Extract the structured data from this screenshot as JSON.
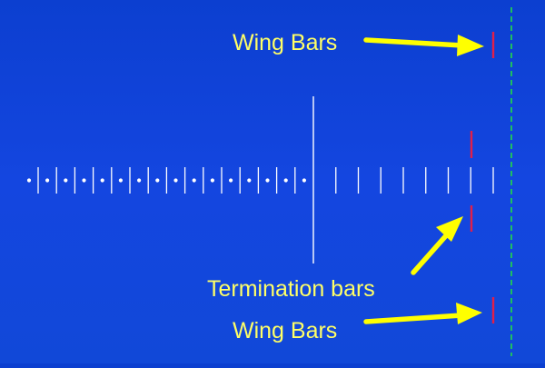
{
  "labels": {
    "wing_top": "Wing Bars",
    "termination": "Termination bars",
    "wing_bottom": "Wing Bars"
  },
  "colors": {
    "background_top": "#0c3fd0",
    "background_bottom": "#1148d8",
    "label_text": "#ffff66",
    "arrow": "#ffff00",
    "marker_bar": "#e0204a",
    "guide_line": "#22dd44",
    "tick": "#ffffff"
  },
  "icons": {
    "arrow": "arrow-right-icon",
    "dot": "dot-icon"
  },
  "structure": {
    "dotted_segments": 15,
    "plain_segments": 8
  }
}
